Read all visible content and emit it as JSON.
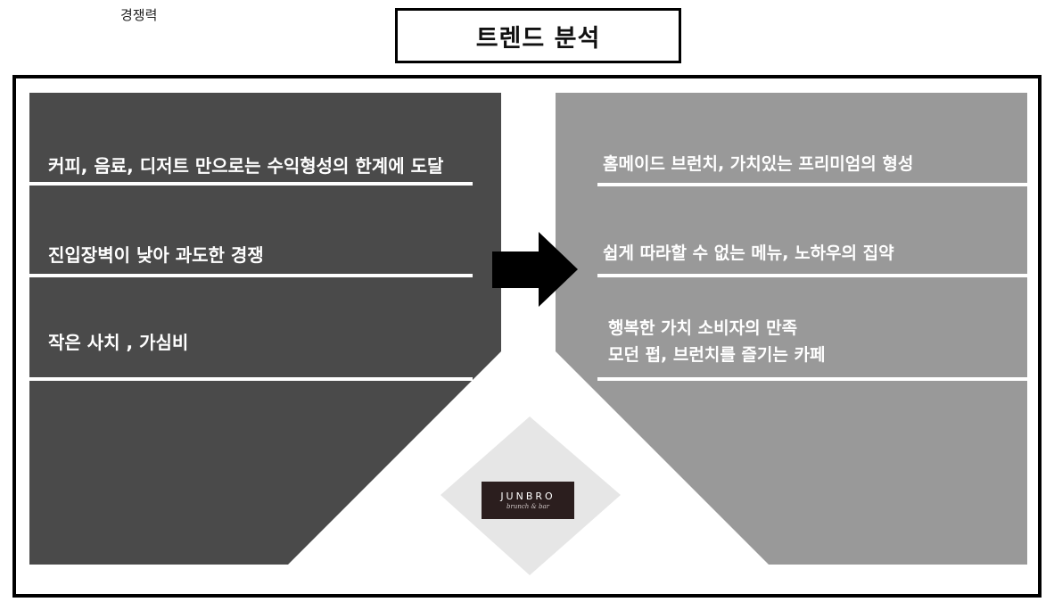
{
  "corner_label": "경쟁력",
  "title": "트렌드 분석",
  "left_items": [
    "커피, 음료, 디저트 만으로는 수익형성의 한계에 도달",
    "진입장벽이 낮아 과도한 경쟁",
    "작은 사치 , 가심비"
  ],
  "right_items": [
    "홈메이드 브런치, 가치있는 프리미엄의 형성",
    "쉽게 따라할 수 없는 메뉴, 노하우의 집약",
    "행복한 가치 소비자의 만족",
    "모던 펍, 브런치를 즐기는 카페"
  ],
  "logo": {
    "name": "JUNBRO",
    "tagline": "brunch & bar"
  },
  "colors": {
    "left_panel": "#4a4a4a",
    "right_panel": "#999999",
    "logo_bg": "#2b1e1e"
  }
}
